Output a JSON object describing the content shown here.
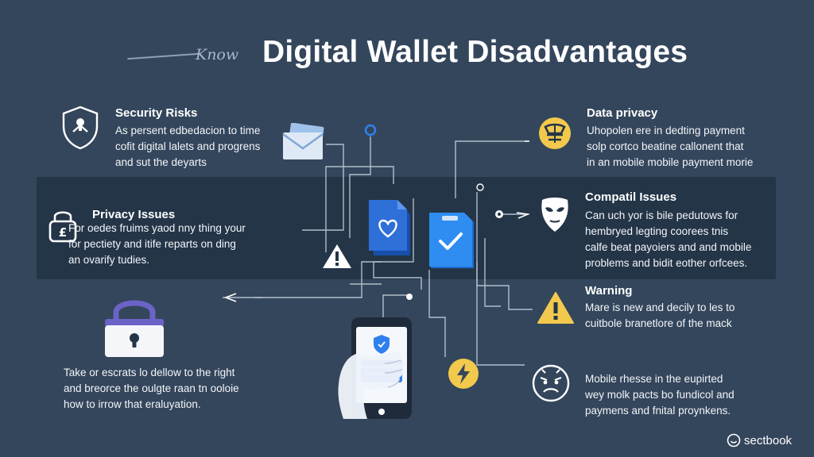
{
  "header": {
    "script_word": "Know",
    "title": "Digital Wallet Disadvantages"
  },
  "sections": {
    "security_risks": {
      "title": "Security Risks",
      "lines": [
        "As persent edbedacion to time",
        "cofit digital lalets and progrens",
        "and sut the deyarts"
      ]
    },
    "privacy_issues": {
      "title": "Privacy Issues",
      "lines": [
        "For oedes fruims yaod nny thing your",
        "for pectiety and itife reparts on ding",
        "an ovarify tudies."
      ]
    },
    "bottom_left": {
      "lines": [
        "Take or escrats lo dellow to the right",
        "and breorce the oulgte raan tn ooloie",
        "how to irrow that eraluyation."
      ]
    },
    "data_privacy": {
      "title": "Data privacy",
      "lines": [
        "Uhopolen ere in dedting payment",
        "solp cortco beatine callonent that",
        "in an mobile mobile payment morie"
      ]
    },
    "compati_issues": {
      "title": "Compatil Issues",
      "lines": [
        "Can uch yor is bile pedutows for",
        "hembryed legting coorees tnis",
        "calfe beat payoiers and and mobile",
        "problems and bidit eother orfcees."
      ]
    },
    "warning": {
      "title": "Warning",
      "lines": [
        "Mare is new and decily to les to",
        "cuitbole branetlore of the mack"
      ]
    },
    "mobile": {
      "lines": [
        "Mobile rhesse in the eupirted",
        "wey molk pacts bo fundicol and",
        "paymens and fnital proynkens."
      ]
    }
  },
  "watermark": "sectbook",
  "colors": {
    "background": "#34465c",
    "band": "#243548",
    "blue": "#2f80ed",
    "yellow": "#f2c94c",
    "purple": "#6c63c7"
  },
  "icons": [
    "shield-lock-icon",
    "padlock-icon",
    "large-padlock-icon",
    "mail-icon",
    "heart-document-icon",
    "check-document-icon",
    "warning-icon",
    "smartphone-icon",
    "lightning-icon",
    "bee-icon",
    "mask-icon",
    "warning-icon-right",
    "face-icon"
  ]
}
